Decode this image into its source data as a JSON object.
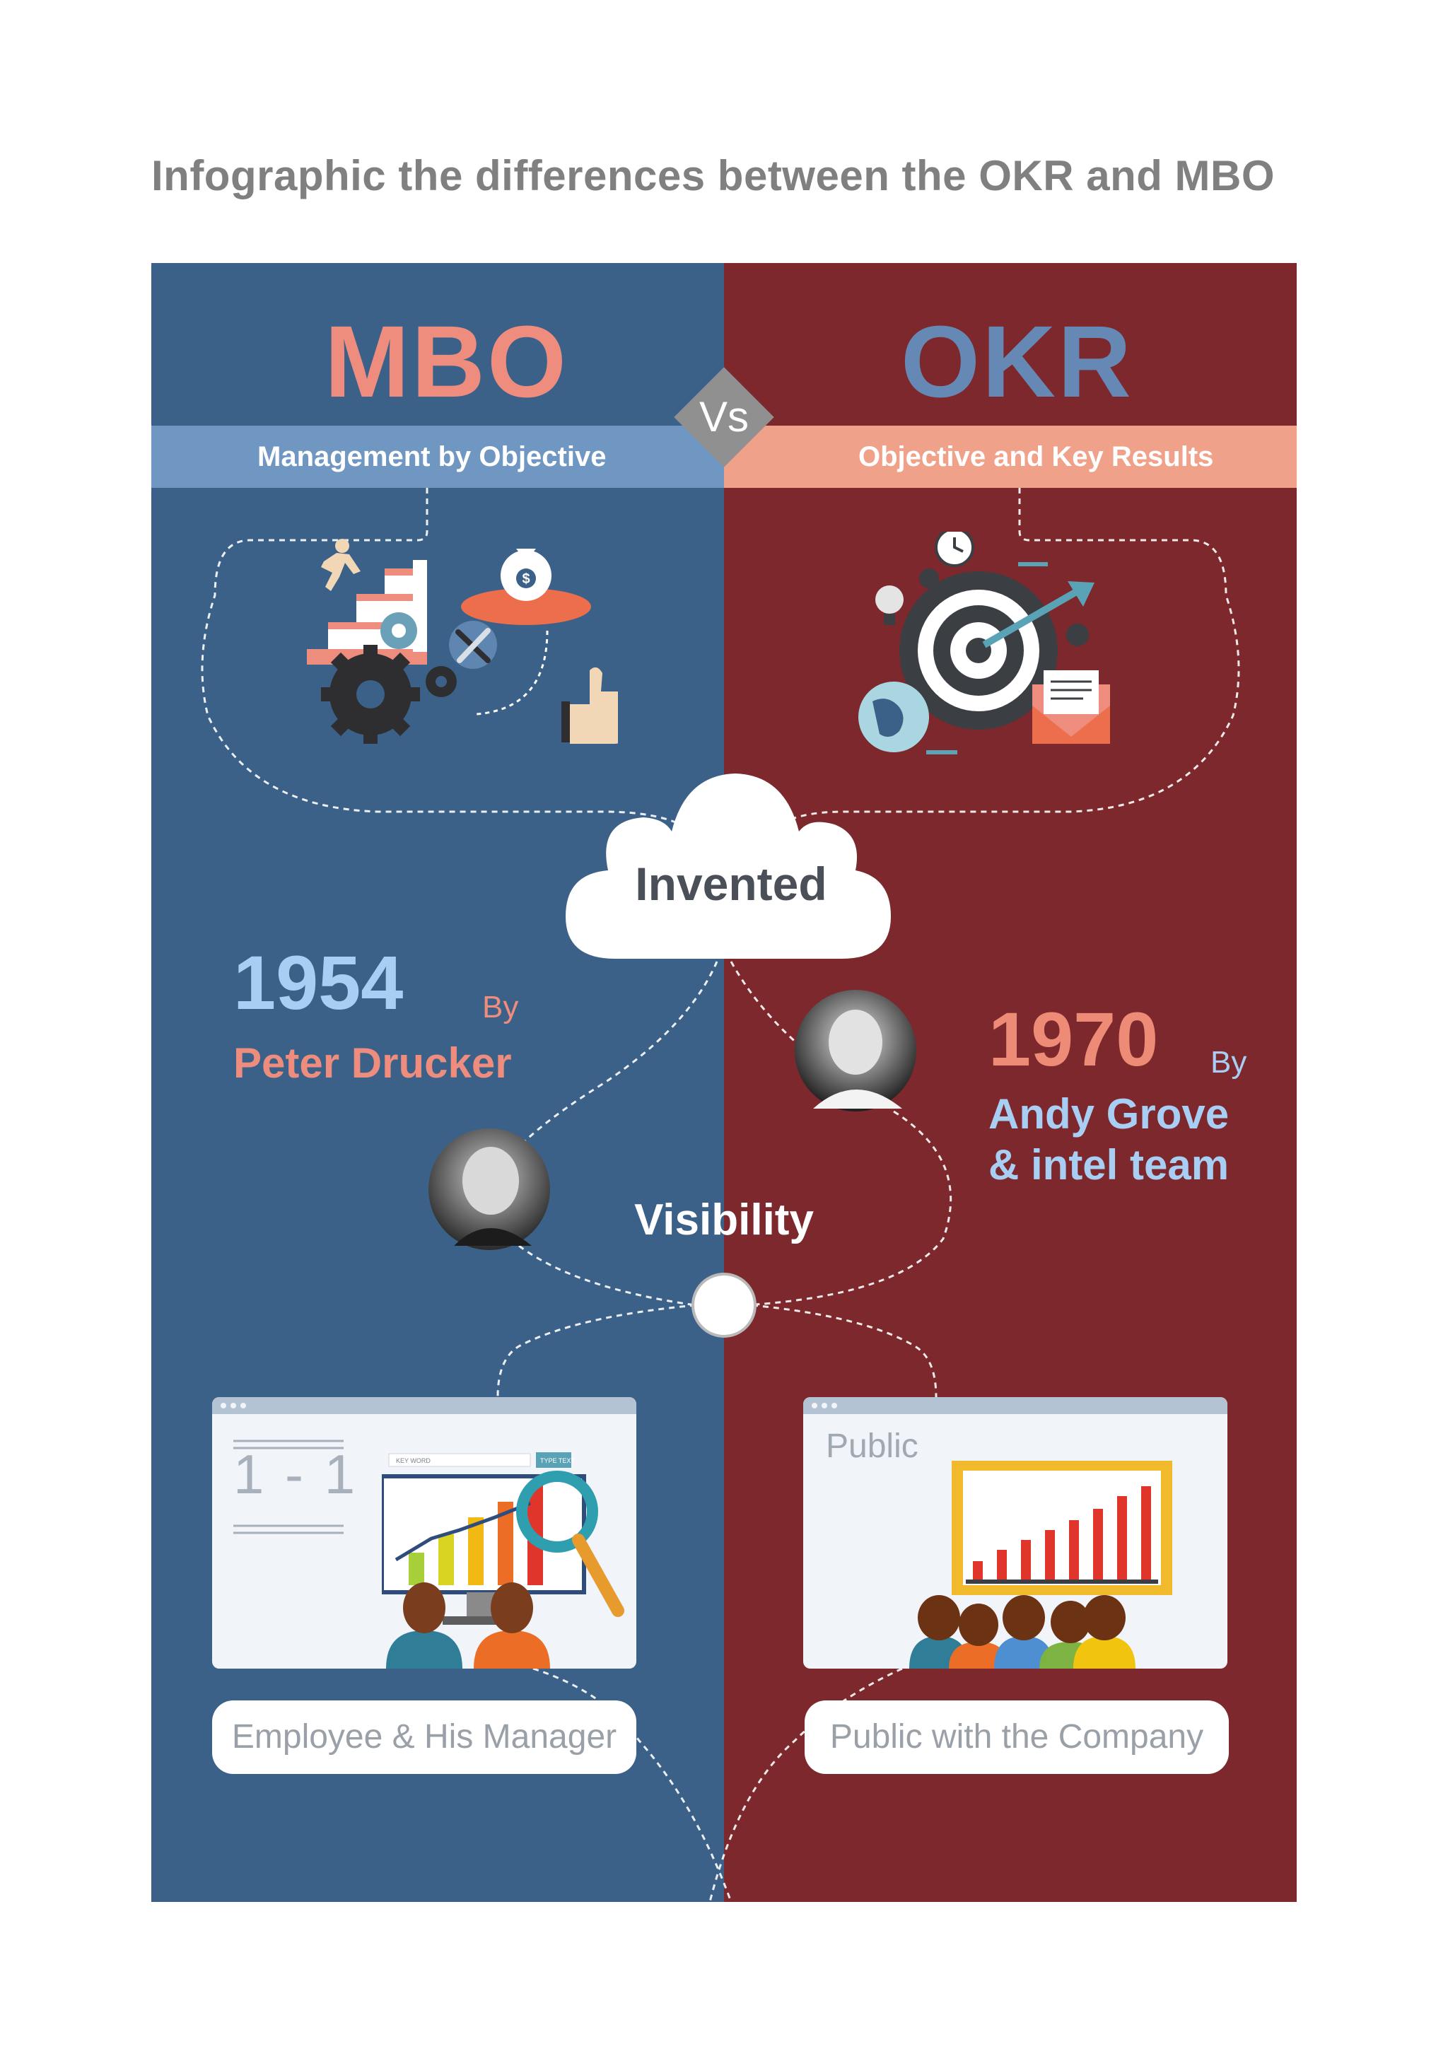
{
  "title": "Infographic the differences between the OKR and MBO",
  "vs_label": "Vs",
  "mbo": {
    "heading": "MBO",
    "subtitle": "Management by Objective",
    "year": "1954",
    "by": "By",
    "person": "Peter Drucker",
    "visibility_card": {
      "text": "1 - 1",
      "small_search": "KEY WORD",
      "small_button": "TYPE TEXT"
    },
    "visibility_label": "Employee & His Manager"
  },
  "okr": {
    "heading": "OKR",
    "subtitle": "Objective and Key Results",
    "year": "1970",
    "by": "By",
    "person_line1": "Andy Grove",
    "person_line2": "& intel team",
    "visibility_card": {
      "text": "Public"
    },
    "visibility_label": "Public with the Company"
  },
  "center": {
    "invented": "Invented",
    "visibility": "Visibility"
  },
  "colors": {
    "mbo_bg": "#3c6188",
    "okr_bg": "#7c282d",
    "mbo_accent": "#ee8c7e",
    "okr_accent": "#6688b4",
    "year_blue": "#a8cff3"
  },
  "icons": {
    "mbo_illustration": [
      "gear-icon",
      "stairs-icon",
      "money-bag-icon",
      "tools-icon",
      "thumbs-up-icon",
      "runner-icon"
    ],
    "okr_illustration": [
      "target-icon",
      "arrow-icon",
      "clock-icon",
      "globe-icon",
      "envelope-icon",
      "lightbulb-icon"
    ]
  }
}
